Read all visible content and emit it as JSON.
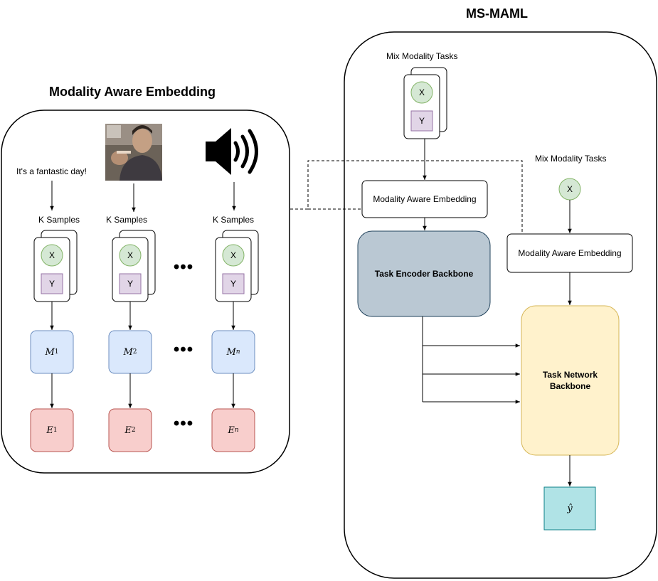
{
  "left_panel": {
    "title": "Modality Aware Embedding",
    "text_input": "It's a fantastic day!",
    "image_input_icon": "person-photo-icon",
    "audio_input_icon": "speaker-sound-icon",
    "k_samples_label": "K Samples",
    "x_label": "X",
    "y_label": "Y",
    "ellipsis": "•••",
    "models": [
      {
        "base": "M",
        "sub": "1"
      },
      {
        "base": "M",
        "sub": "2"
      },
      {
        "base": "M",
        "sub": "n"
      }
    ],
    "embeddings": [
      {
        "base": "E",
        "sub": "1"
      },
      {
        "base": "E",
        "sub": "2"
      },
      {
        "base": "E",
        "sub": "n"
      }
    ]
  },
  "right_panel": {
    "title": "MS-MAML",
    "mix_tasks_label": "Mix Modality Tasks",
    "x_label": "X",
    "y_label": "Y",
    "mae_label": "Modality Aware Embedding",
    "task_encoder_label": "Task Encoder Backbone",
    "task_network_label": "Task Network Backbone",
    "output_label": "ŷ"
  },
  "colors": {
    "x_fill": "#d5e8d4",
    "x_stroke": "#82b366",
    "y_fill": "#e1d5e7",
    "y_stroke": "#9673a6",
    "m_fill": "#dae8fc",
    "m_stroke": "#6c8ebf",
    "e_fill": "#f8cecc",
    "e_stroke": "#b85450",
    "encoder_fill": "#bac8d3",
    "encoder_stroke": "#23445d",
    "network_fill": "#fff2cc",
    "network_stroke": "#d6b656",
    "output_fill": "#b0e3e6",
    "output_stroke": "#0e8088"
  }
}
